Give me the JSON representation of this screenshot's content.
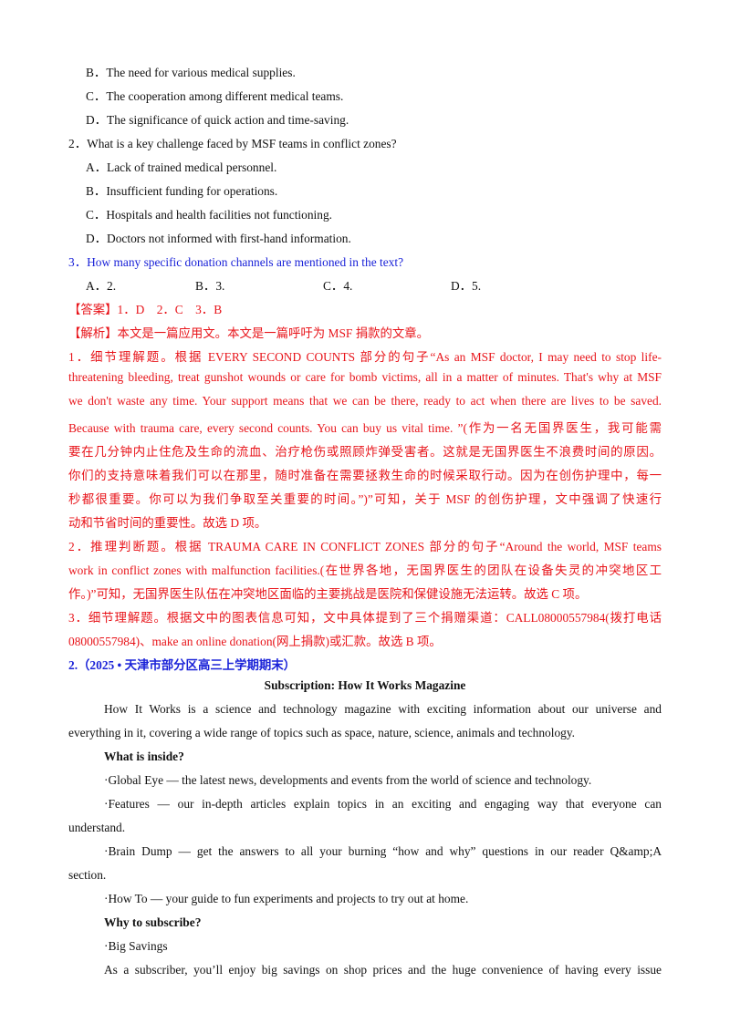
{
  "q1_options": [
    "B．The need for various medical supplies.",
    "C．The cooperation among different medical teams.",
    "D．The significance of quick action and time-saving."
  ],
  "q2": {
    "stem": "2．What is a key challenge faced by MSF teams in conflict zones?",
    "options": [
      "A．Lack of trained medical personnel.",
      "B．Insufficient funding for operations.",
      "C．Hospitals and health facilities not functioning.",
      "D．Doctors not informed with first-hand information."
    ]
  },
  "q3": {
    "stem": "3．How many specific donation channels are mentioned in the text?",
    "options": [
      "A．2.",
      "B．3.",
      "C．4.",
      "D．5."
    ]
  },
  "answer_line": "【答案】1．D　2．C　3．B",
  "analysis_line": "【解析】本文是一篇应用文。本文是一篇呼吁为 MSF 捐款的文章。",
  "explanation_lines": [
    "1．细节理解题。根据 EVERY SECOND COUNTS 部分的句子“As an MSF doctor, I may need to stop life-",
    "threatening bleeding, treat gunshot wounds or care for bomb victims, all in a matter of minutes. That's why at MSF",
    "we don't waste any time. Your support means that we can be there, ready to act when there are lives to be saved.",
    "Because with trauma care, every second counts. You can buy us vital time. ”(作为一名无国界医生，我可能需",
    "要在几分钟内止住危及生命的流血、治疗枪伤或照顾炸弹受害者。这就是无国界医生不浪费时间的原因。",
    "你们的支持意味着我们可以在那里，随时准备在需要拯救生命的时候采取行动。因为在创伤护理中，每一",
    "秒都很重要。你可以为我们争取至关重要的时间。”)”可知，关于 MSF 的创伤护理，文中强调了快速行",
    "动和节省时间的重要性。故选 D 项。",
    "2．推理判断题。根据 TRAUMA CARE IN CONFLICT ZONES 部分的句子“Around the world, MSF teams",
    "work in conflict zones with malfunction facilities.(在世界各地，无国界医生的团队在设备失灵的冲突地区工",
    "作。)”可知，无国界医生队伍在冲突地区面临的主要挑战是医院和保健设施无法运转。故选 C 项。",
    "3．细节理解题。根据文中的图表信息可知，文中具体提到了三个捐赠渠道：CALL08000557984(拨打电话",
    "08000557984)、make an online donation(网上捐款)或汇款。故选 B 项。"
  ],
  "section_heading": "2.（2025 • 天津市部分区高三上学期期末）",
  "article": {
    "title": "Subscription: How It Works Magazine",
    "intro": [
      "How It Works is a science and technology magazine with exciting information about our universe and",
      "everything in it, covering a wide range of topics such as space, nature, science, animals and technology."
    ],
    "inside_heading": "What is inside?",
    "inside_items": [
      [
        "·Global Eye — the latest news, developments and events from the world of science and technology."
      ],
      [
        "·Features — our in-depth articles explain topics in an exciting and engaging way that everyone can",
        "understand."
      ],
      [
        "·Brain Dump — get the answers to all your burning “how and why” questions in our reader Q&amp;A",
        "section."
      ],
      [
        "·How To — your guide to fun experiments and projects to try out at home."
      ]
    ],
    "why_heading": "Why to subscribe?",
    "savings_heading": "·Big Savings",
    "savings_text": "As a subscriber, you’ll enjoy big savings on shop prices and the huge convenience of having every issue"
  }
}
